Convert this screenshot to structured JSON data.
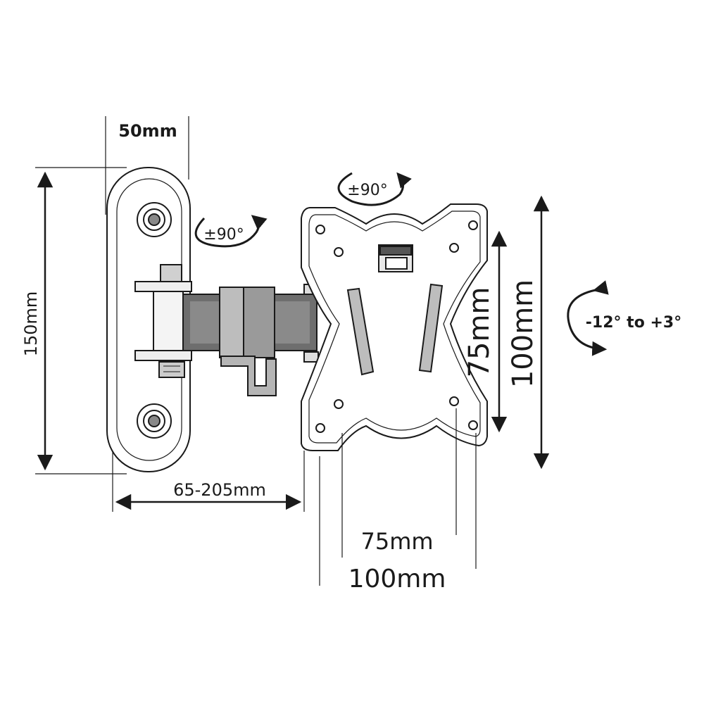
{
  "diagram": {
    "line_color": "#1a1a1a",
    "dimensions": {
      "wall_plate_width": "50mm",
      "wall_plate_height": "150mm",
      "arm_extension": "65-205mm",
      "vesa_inner_horizontal": "75mm",
      "vesa_outer_horizontal": "100mm",
      "vesa_inner_vertical": "75mm",
      "vesa_outer_vertical": "100mm"
    },
    "rotations": {
      "swivel_wall": "±90°",
      "swivel_head": "±90°",
      "tilt": "-12° to +3°"
    },
    "icons": [
      "swivel-arrow-icon",
      "tilt-arrow-icon",
      "dimension-arrow-icon"
    ]
  }
}
